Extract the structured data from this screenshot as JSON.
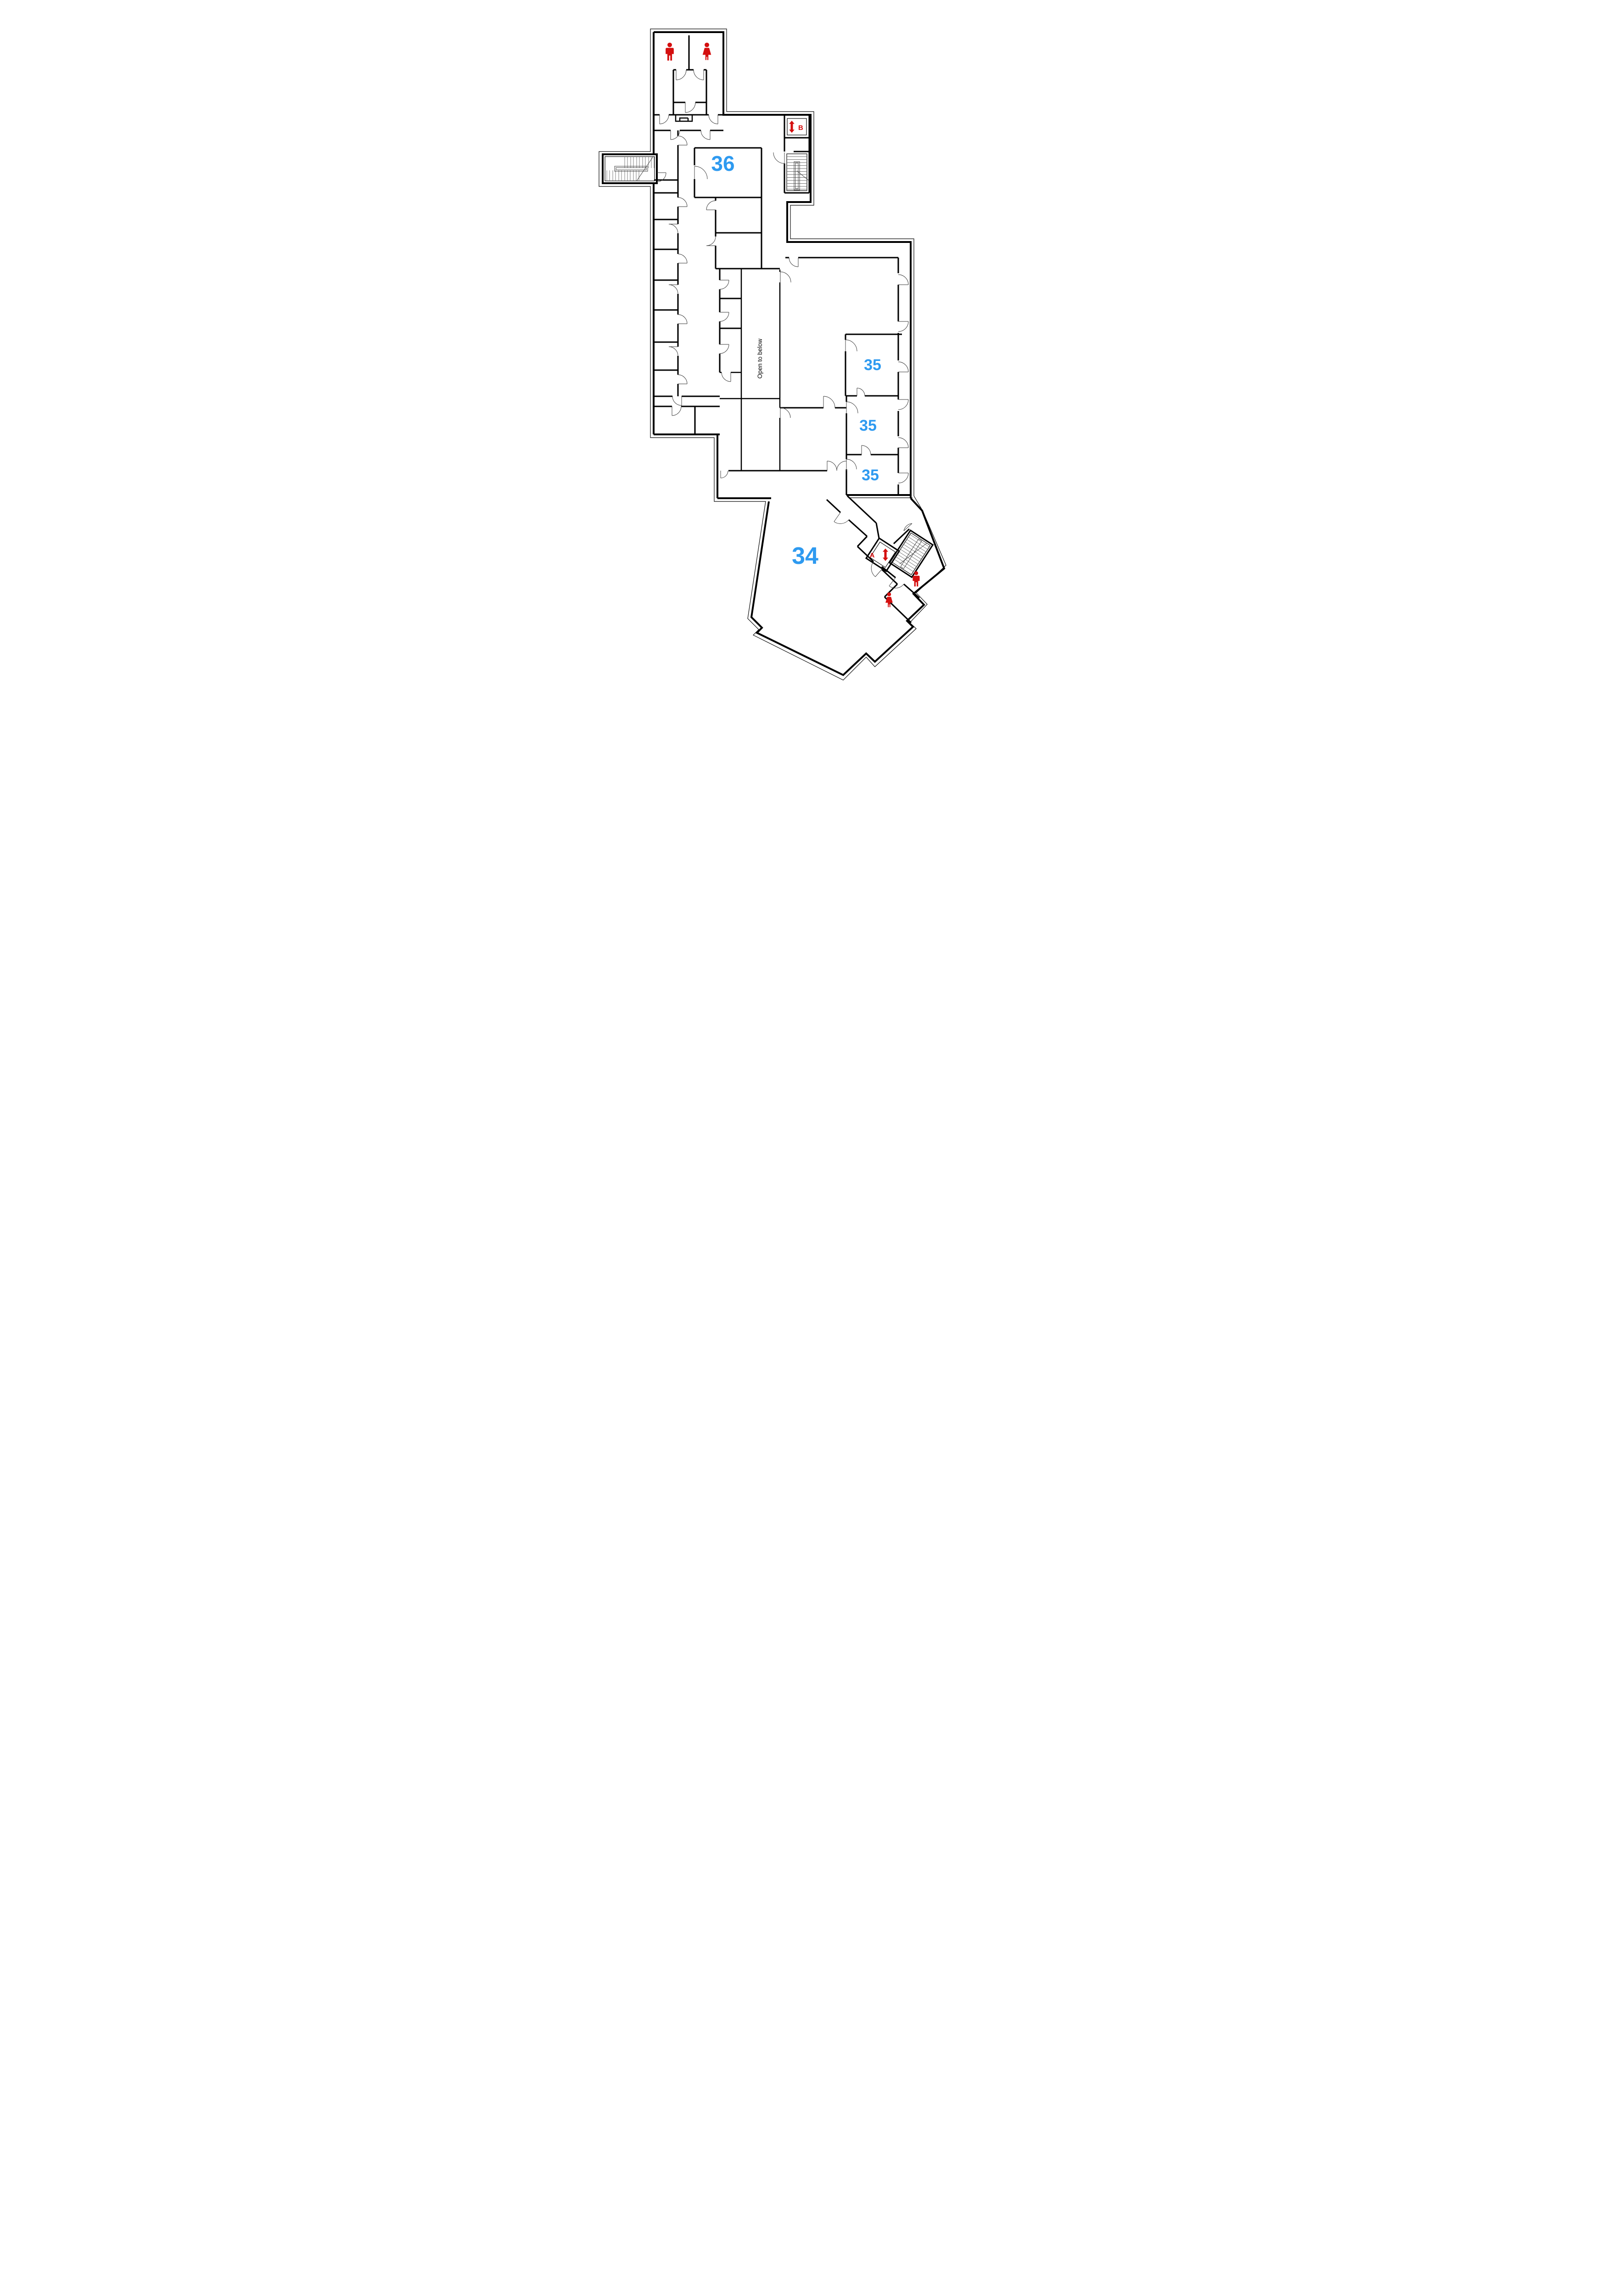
{
  "plan": {
    "room_labels": {
      "room36": "36",
      "room35": "35",
      "room34": "34"
    },
    "annotations": {
      "open_to_below": "Open to below"
    },
    "elevators": {
      "a": "A",
      "b": "B"
    },
    "icons": [
      "men-restroom-icon",
      "women-restroom-icon",
      "elevator-updown-arrow-icon"
    ],
    "colors": {
      "accent_blue": "#2e9af0",
      "alert_red": "#d40f0f",
      "wall": "#000000"
    }
  }
}
